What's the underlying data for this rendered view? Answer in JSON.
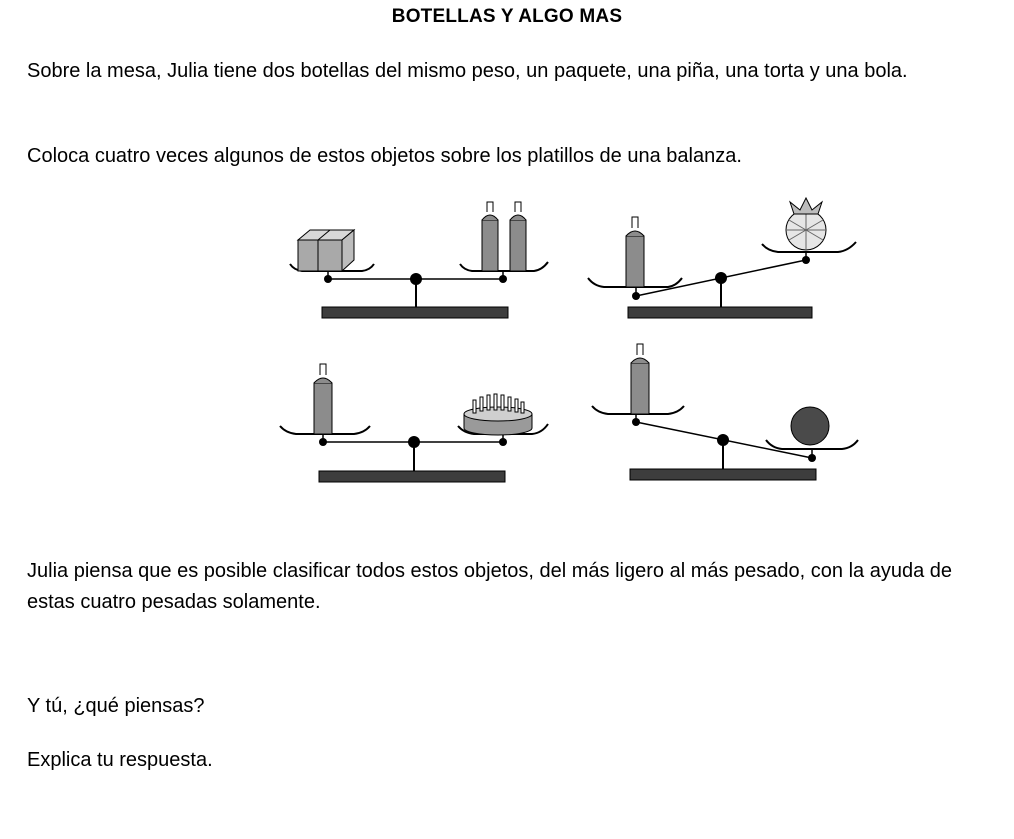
{
  "title": "BOTELLAS Y ALGO MAS",
  "paragraphs": {
    "intro": "Sobre la mesa, Julia tiene dos botellas del mismo peso, un paquete, una piña, una torta y una bola.",
    "instruction": "Coloca cuatro veces algunos de estos objetos sobre los platillos de una balanza.",
    "claim": "Julia piensa que es posible clasificar todos estos objetos, del más ligero al más pesado, con la ayuda de estas cuatro pesadas solamente.",
    "question": "Y tú, ¿qué piensas?",
    "prompt": "Explica tu respuesta."
  },
  "balances": [
    {
      "left": "paquete",
      "right": "dos botellas",
      "state": "equilibrio"
    },
    {
      "left": "botella",
      "right": "piña",
      "state": "botella más pesada"
    },
    {
      "left": "botella",
      "right": "torta",
      "state": "equilibrio"
    },
    {
      "left": "botella",
      "right": "bola",
      "state": "bola más pesada"
    }
  ],
  "colors": {
    "object_gray": "#8c8c8c",
    "base_dark": "#3d3d3d",
    "outline": "#000000"
  }
}
